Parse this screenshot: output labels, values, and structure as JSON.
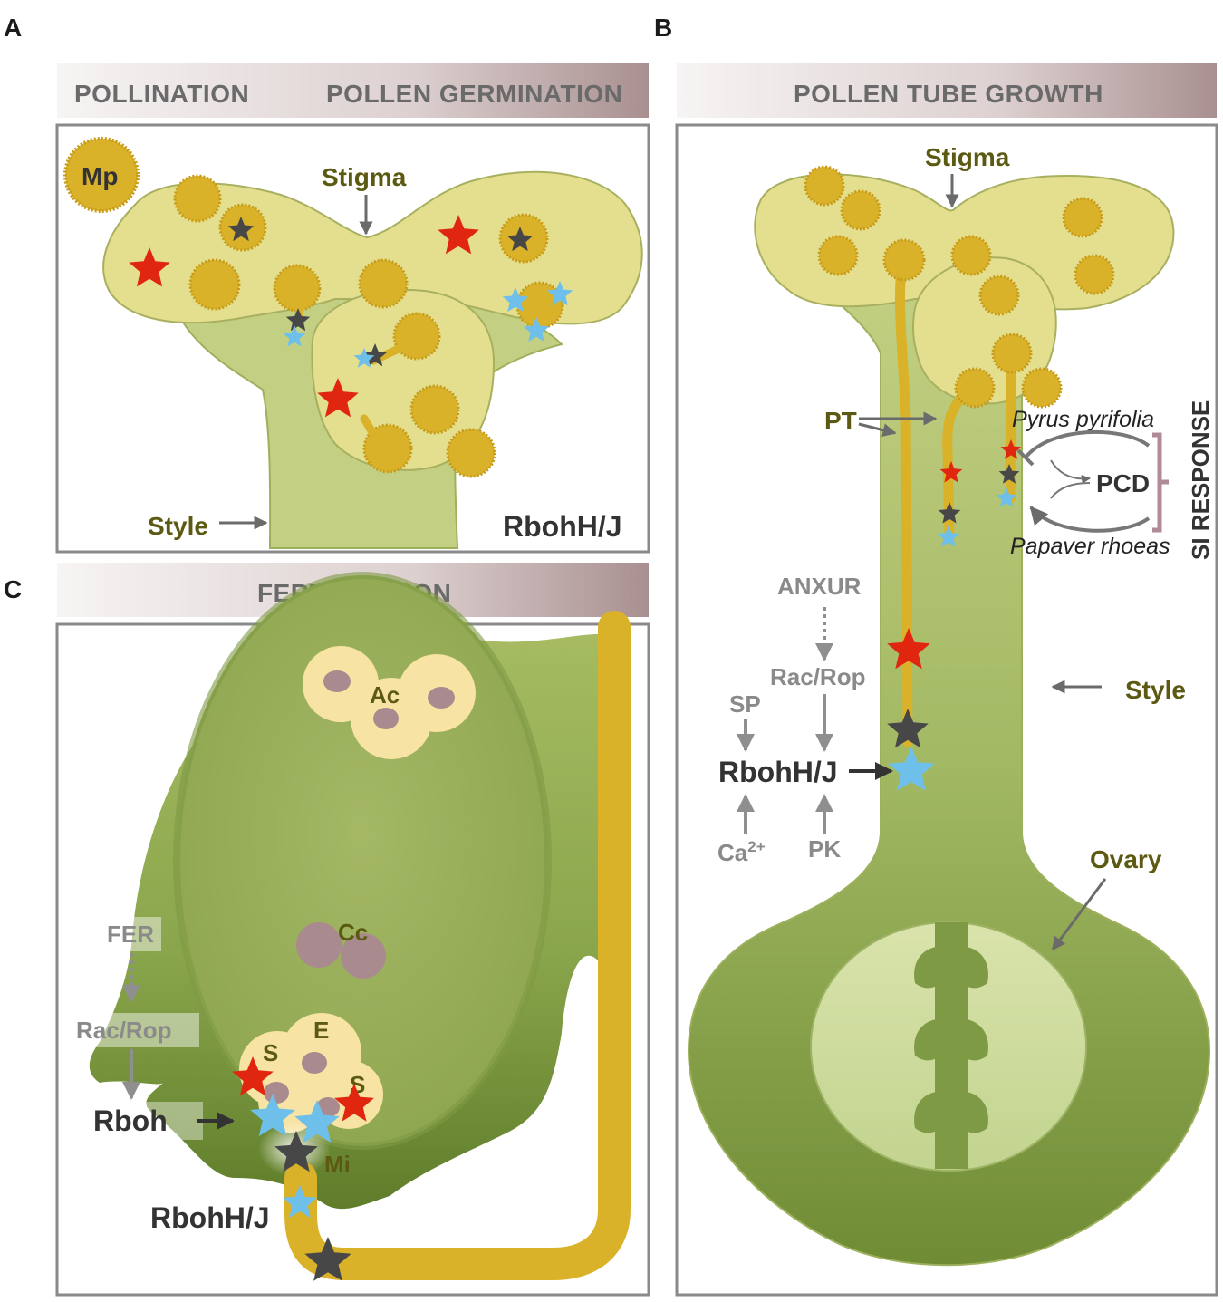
{
  "panels": {
    "a": {
      "letter": "A",
      "banner_left": "POLLINATION",
      "banner_right": "POLLEN GERMINATION",
      "mp": "Mp",
      "stigma": "Stigma",
      "style": "Style",
      "gene": "RbohH/J"
    },
    "b": {
      "letter": "B",
      "banner": "POLLEN TUBE GROWTH",
      "stigma": "Stigma",
      "pt": "PT",
      "pyrus": "Pyrus pyrifolia",
      "papaver": "Papaver rhoeas",
      "pcd": "PCD",
      "si": "SI RESPONSE",
      "anxur": "ANXUR",
      "rac": "Rac/Rop",
      "sp": "SP",
      "gene": "RbohH/J",
      "ca": "Ca",
      "ca_sup": "2+",
      "pk": "PK",
      "style": "Style",
      "ovary": "Ovary"
    },
    "c": {
      "letter": "C",
      "banner": "FERTILIZATION",
      "ac": "Ac",
      "cc": "Cc",
      "e": "E",
      "s1": "S",
      "s2": "S",
      "mi": "Mi",
      "fer": "FER",
      "rac": "Rac/Rop",
      "rboh": "Rboh",
      "gene": "RbohH/J"
    }
  },
  "colors": {
    "pollen": "#d9b22a",
    "stigma_fill": "#e3df8e",
    "style_fill": "#c3d083",
    "dark_green": "#7f9a45",
    "red_star": "#e0260f",
    "dark_star": "#474747",
    "blue_star": "#6ec0ea",
    "olive_text": "#5c5a12"
  }
}
